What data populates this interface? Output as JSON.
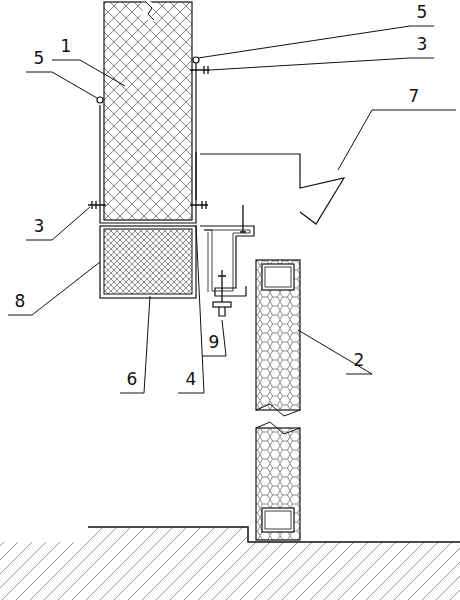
{
  "diagram": {
    "labels": [
      "1",
      "5",
      "3",
      "5",
      "3",
      "7",
      "8",
      "4",
      "6",
      "9",
      "2"
    ]
  }
}
